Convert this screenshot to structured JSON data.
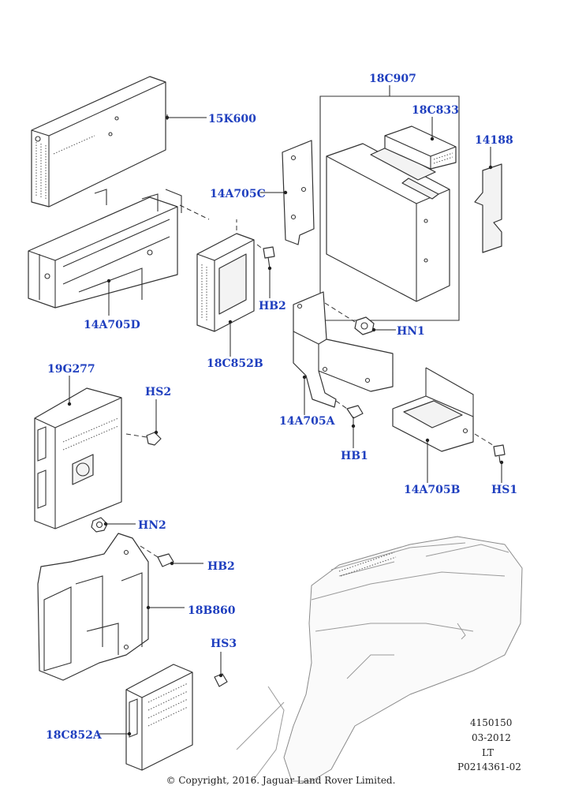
{
  "diagram": {
    "callouts": {
      "c15K600": "15K600",
      "c18C907": "18C907",
      "c18C833": "18C833",
      "c14188": "14188",
      "c14A705C": "14A705C",
      "c14A705D": "14A705D",
      "cHB2a": "HB2",
      "c18C852B": "18C852B",
      "cHN1": "HN1",
      "c14A705A": "14A705A",
      "cHB1": "HB1",
      "c14A705B": "14A705B",
      "cHS1": "HS1",
      "c19G277": "19G277",
      "cHS2": "HS2",
      "cHN2": "HN2",
      "cHB2b": "HB2",
      "c18B860": "18B860",
      "cHS3": "HS3",
      "c18C852A": "18C852A"
    },
    "reference": {
      "number": "4150150",
      "date": "03-2012",
      "market": "LT",
      "part_code": "P0214361-02"
    },
    "copyright": "© Copyright, 2016. Jaguar Land Rover Limited.",
    "colors": {
      "callout": "#1f3fbf",
      "line_art": "#333333",
      "vehicle_ghost": "#8a8a8a"
    }
  }
}
